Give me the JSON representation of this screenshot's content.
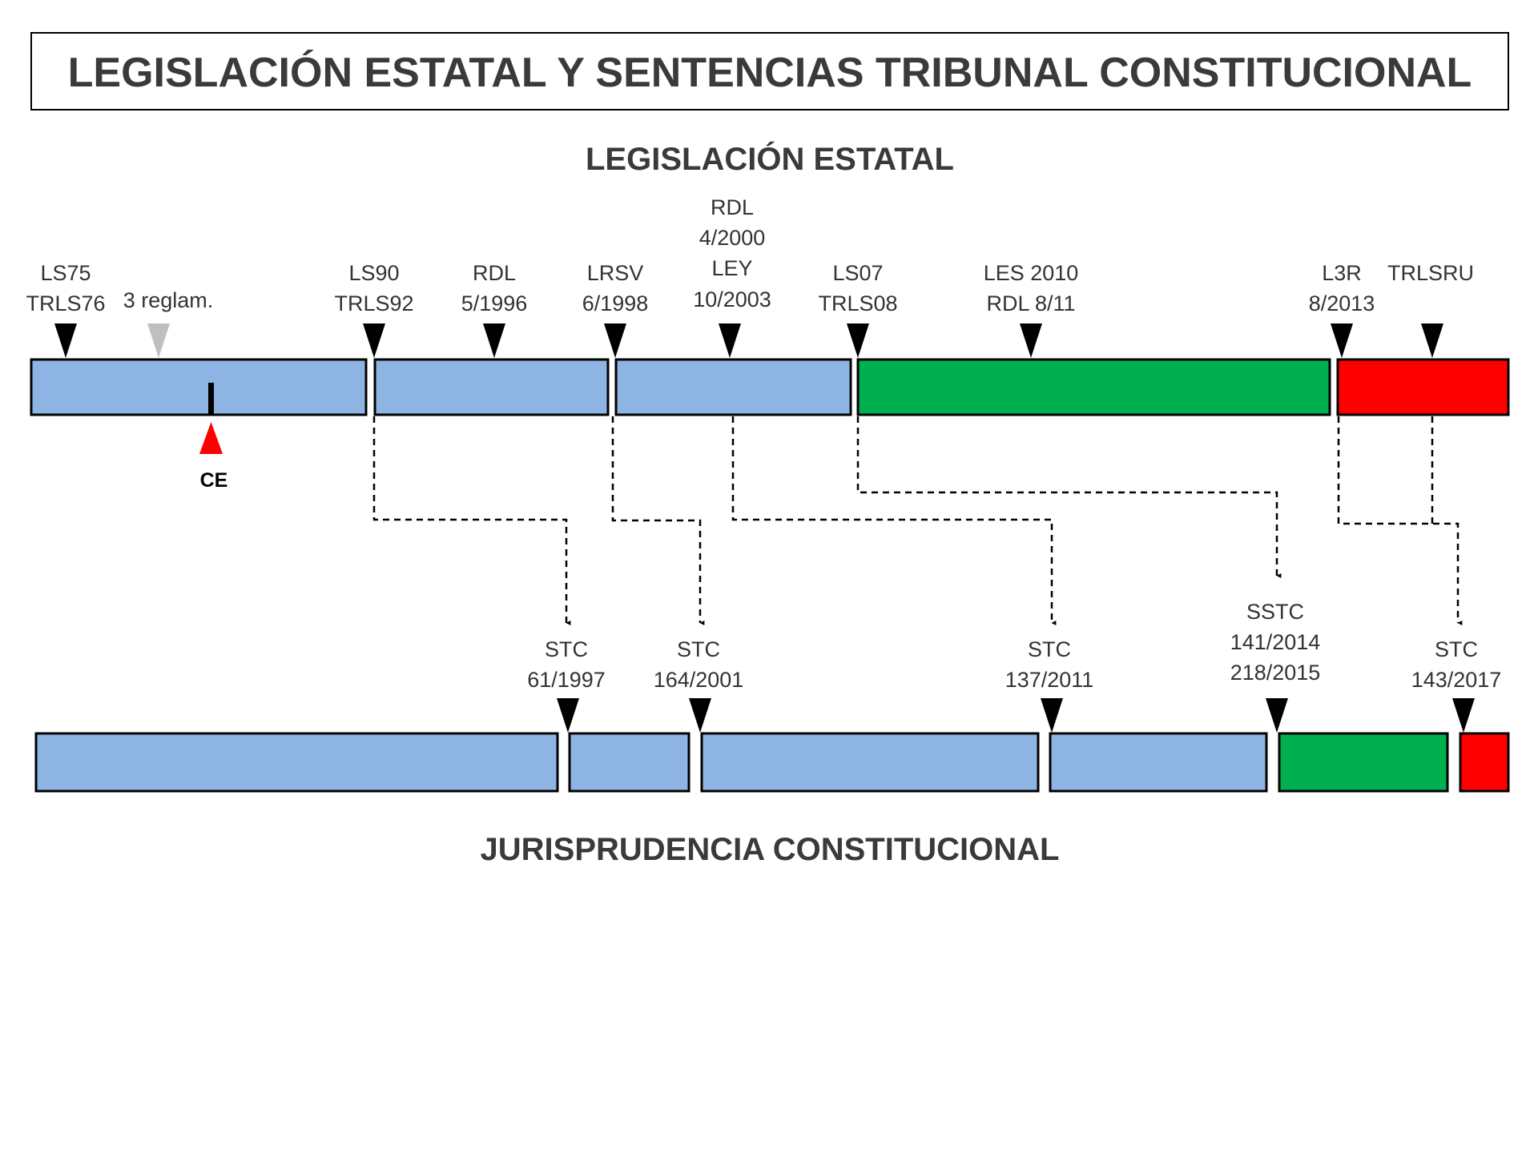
{
  "title": "LEGISLACIÓN ESTATAL Y SENTENCIAS TRIBUNAL CONSTITUCIONAL",
  "legislacion": {
    "heading": "LEGISLACIÓN ESTATAL",
    "markers": [
      {
        "lines": [
          "LS75",
          "TRLS76"
        ]
      },
      {
        "lines": [
          "3 reglam."
        ]
      },
      {
        "lines": [
          "LS90",
          "TRLS92"
        ]
      },
      {
        "lines": [
          "RDL",
          "5/1996"
        ]
      },
      {
        "lines": [
          "LRSV",
          "6/1998"
        ]
      },
      {
        "lines": [
          "RDL",
          "4/2000",
          "LEY",
          "10/2003"
        ]
      },
      {
        "lines": [
          "LS07",
          "TRLS08"
        ]
      },
      {
        "lines": [
          "LES 2010",
          "RDL 8/11"
        ]
      },
      {
        "lines": [
          "L3R",
          "8/2013"
        ]
      },
      {
        "lines": [
          "TRLSRU"
        ]
      }
    ],
    "ce_label": "CE"
  },
  "jurisprudencia": {
    "heading": "JURISPRUDENCIA CONSTITUCIONAL",
    "markers": [
      {
        "lines": [
          "STC",
          "61/1997"
        ]
      },
      {
        "lines": [
          "STC",
          "164/2001"
        ]
      },
      {
        "lines": [
          "STC",
          "137/2011"
        ]
      },
      {
        "lines": [
          "SSTC",
          "141/2014",
          "218/2015"
        ]
      },
      {
        "lines": [
          "STC",
          "143/2017"
        ]
      }
    ]
  },
  "colors": {
    "blue": "#8EB4E3",
    "green": "#00B050",
    "red": "#FF0000",
    "gray": "#BFBFBF"
  }
}
